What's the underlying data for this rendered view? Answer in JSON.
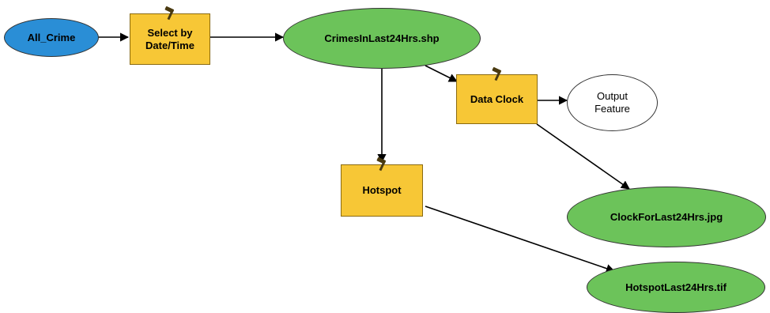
{
  "nodes": {
    "all_crime": "All_Crime",
    "select_by_datetime": "Select by\nDate/Time",
    "crimes_last24": "CrimesInLast24Hrs.shp",
    "data_clock": "Data Clock",
    "output_feature": "Output\nFeature",
    "hotspot": "Hotspot",
    "clock_last24": "ClockForLast24Hrs.jpg",
    "hotspot_last24": "HotspotLast24Hrs.tif"
  },
  "colors": {
    "input_data": "#2a8ed6",
    "derived_data": "#6cc35a",
    "tool": "#f7c736",
    "output_feature": "#ffffff"
  },
  "icons": {
    "tool_icon": "hammer-icon"
  }
}
